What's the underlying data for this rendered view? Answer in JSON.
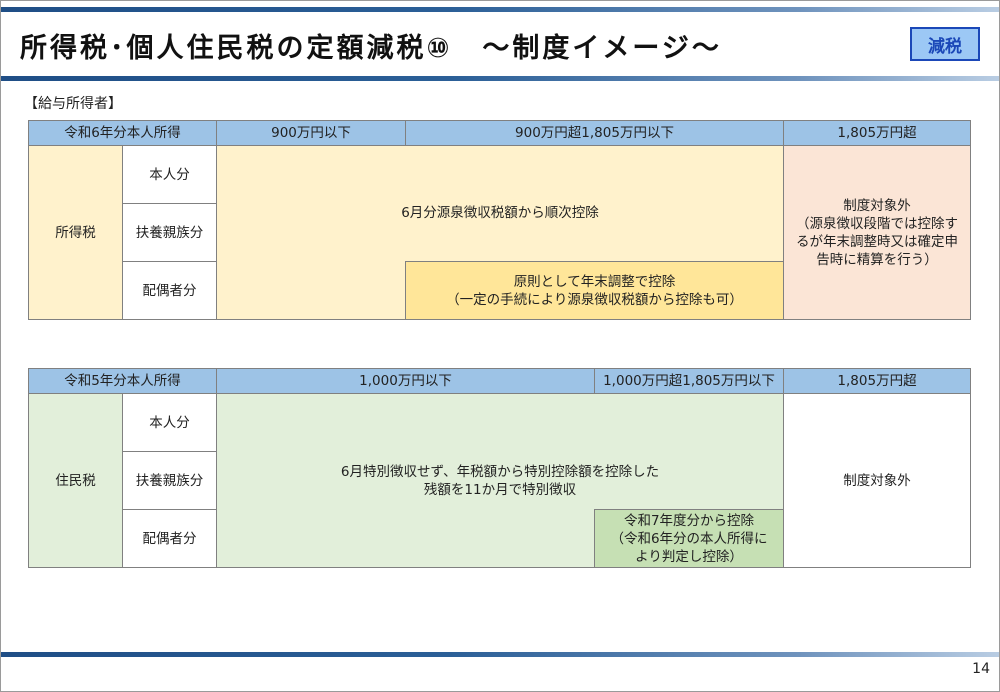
{
  "header": {
    "title": "所得税･個人住民税の定額減税⑩　～制度イメージ～",
    "badge": "減税"
  },
  "section_label": "【給与所得者】",
  "income_tax_table": {
    "header": [
      "令和6年分本人所得",
      "900万円以下",
      "900万円超1,805万円以下",
      "1,805万円超"
    ],
    "row_label": "所得税",
    "sub_rows": [
      "本人分",
      "扶養親族分",
      "配偶者分"
    ],
    "main_text": "6月分源泉徴収税額から順次控除",
    "spouse_text": "原則として年末調整で控除\n（一定の手続により源泉徴収税額から控除も可）",
    "over_text": "制度対象外\n（源泉徴収段階では控除す\nるが年末調整時又は確定申\n告時に精算を行う）",
    "colors": {
      "header": "#9dc3e6",
      "body": "#fff2cc",
      "spouse": "#ffe699",
      "over": "#fbe5d6"
    }
  },
  "resident_tax_table": {
    "header": [
      "令和5年分本人所得",
      "1,000万円以下",
      "1,000万円超1,805万円以下",
      "1,805万円超"
    ],
    "row_label": "住民税",
    "sub_rows": [
      "本人分",
      "扶養親族分",
      "配偶者分"
    ],
    "main_text": "6月特別徴収せず、年税額から特別控除額を控除した\n残額を11か月で特別徴収",
    "spouse_text": "令和7年度分から控除\n（令和6年分の本人所得に\nより判定し控除）",
    "over_text": "制度対象外",
    "colors": {
      "header": "#9dc3e6",
      "body": "#e2efda",
      "spouse": "#c6e0b4",
      "over": "#ffffff"
    }
  },
  "footer": {
    "page_number": "14"
  }
}
